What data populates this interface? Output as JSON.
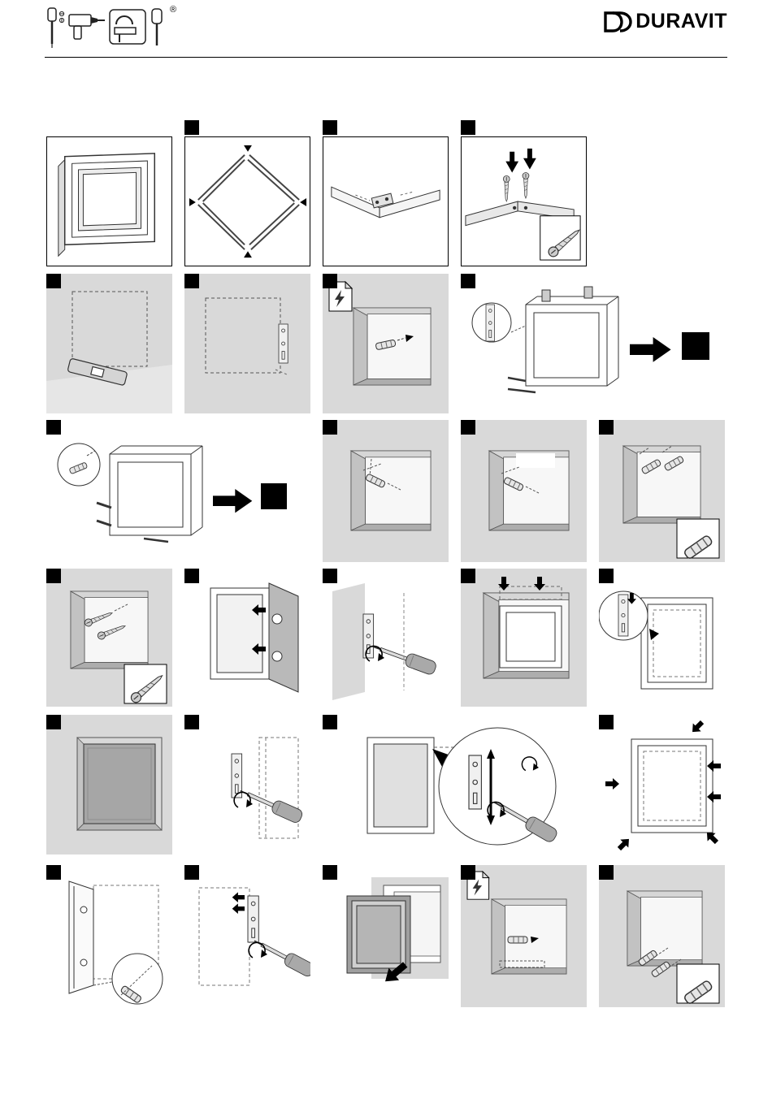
{
  "doc": {
    "type": "assembly-instruction-sheet",
    "brand": "DURAVIT",
    "registered_mark": "®"
  },
  "header": {
    "tool_icons": [
      "screwdriver-icon",
      "drill-icon",
      "jigsaw-icon",
      "screwdriver-icon"
    ],
    "brand_logo": "duravit-double-d-icon"
  },
  "steps": {
    "badge_color": "#000000",
    "wall_gray": "#d9d9d9",
    "panel_count": 26,
    "panels": [
      {
        "id": "panel-1",
        "step_badge": false,
        "depicts": "assembled-frame-front-view"
      },
      {
        "id": "panel-2",
        "step_badge": true,
        "depicts": "frame-rails-laid-out-with-corner-arrows"
      },
      {
        "id": "panel-3",
        "step_badge": true,
        "depicts": "corner-connector-detail"
      },
      {
        "id": "panel-4",
        "step_badge": true,
        "depicts": "insert-two-screws-into-corner",
        "inset_icon": "screw-icon"
      },
      {
        "id": "panel-5",
        "step_badge": true,
        "depicts": "mark-wall-outline-with-level",
        "icons": [
          "level-icon"
        ]
      },
      {
        "id": "panel-6",
        "step_badge": true,
        "depicts": "wall-outline-with-mounting-rail",
        "icons": [
          "bracket-icon"
        ]
      },
      {
        "id": "panel-7",
        "step_badge": true,
        "depicts": "niche-with-wall-plug",
        "corner_icon": "template-sheet-icon"
      },
      {
        "id": "panel-8",
        "step_badge": true,
        "depicts": "fit-hanger-brackets-to-frame",
        "reference": "black-step-square"
      },
      {
        "id": "panel-9",
        "step_badge": true,
        "depicts": "insert-side-pins-into-frame",
        "reference": "black-step-square"
      },
      {
        "id": "panel-10",
        "step_badge": true,
        "depicts": "drill-dowel-hole-in-niche"
      },
      {
        "id": "panel-11",
        "step_badge": true,
        "depicts": "drill-dowel-hole-in-niche",
        "label_box": ""
      },
      {
        "id": "panel-12",
        "step_badge": true,
        "depicts": "insert-wall-plugs",
        "inset_icon": "wall-plug-icon"
      },
      {
        "id": "panel-13",
        "step_badge": true,
        "depicts": "screws-in-niche-wall",
        "inset_icon": "screw-icon"
      },
      {
        "id": "panel-14",
        "step_badge": true,
        "depicts": "open-door-and-press-frame"
      },
      {
        "id": "panel-15",
        "step_badge": true,
        "depicts": "fasten-bracket-with-screwdriver",
        "icons": [
          "screwdriver-icon"
        ]
      },
      {
        "id": "panel-16",
        "step_badge": true,
        "depicts": "insert-frame-into-niche"
      },
      {
        "id": "panel-17",
        "step_badge": true,
        "depicts": "hook-frame-onto-rail",
        "detail": "rail-detail-circle"
      },
      {
        "id": "panel-18",
        "step_badge": true,
        "depicts": "cabinet-mounted-in-niche"
      },
      {
        "id": "panel-19",
        "step_badge": true,
        "depicts": "tighten-bracket-screw",
        "icons": [
          "screwdriver-icon"
        ]
      },
      {
        "id": "panel-20",
        "step_badge": true,
        "depicts": "adjust-bracket-height",
        "detail": "adjustment-detail-circle",
        "icons": [
          "screwdriver-icon",
          "up-down-arrow-icon"
        ]
      },
      {
        "id": "panel-21",
        "step_badge": true,
        "depicts": "press-frame-at-marked-points",
        "icons": [
          "arrow-icons"
        ]
      },
      {
        "id": "panel-22",
        "step_badge": true,
        "depicts": "door-hinge-pin-detail",
        "detail": "hinge-detail-circle"
      },
      {
        "id": "panel-23",
        "step_badge": true,
        "depicts": "tighten-bracket-screw",
        "icons": [
          "screwdriver-icon"
        ]
      },
      {
        "id": "panel-24",
        "step_badge": true,
        "depicts": "push-cabinet-into-niche",
        "icons": [
          "arrow-icon"
        ]
      },
      {
        "id": "panel-25",
        "step_badge": true,
        "depicts": "niche-with-wall-plug",
        "corner_icon": "template-sheet-icon"
      },
      {
        "id": "panel-26",
        "step_badge": true,
        "depicts": "insert-wall-plugs",
        "inset_icon": "wall-plug-icon"
      }
    ]
  }
}
